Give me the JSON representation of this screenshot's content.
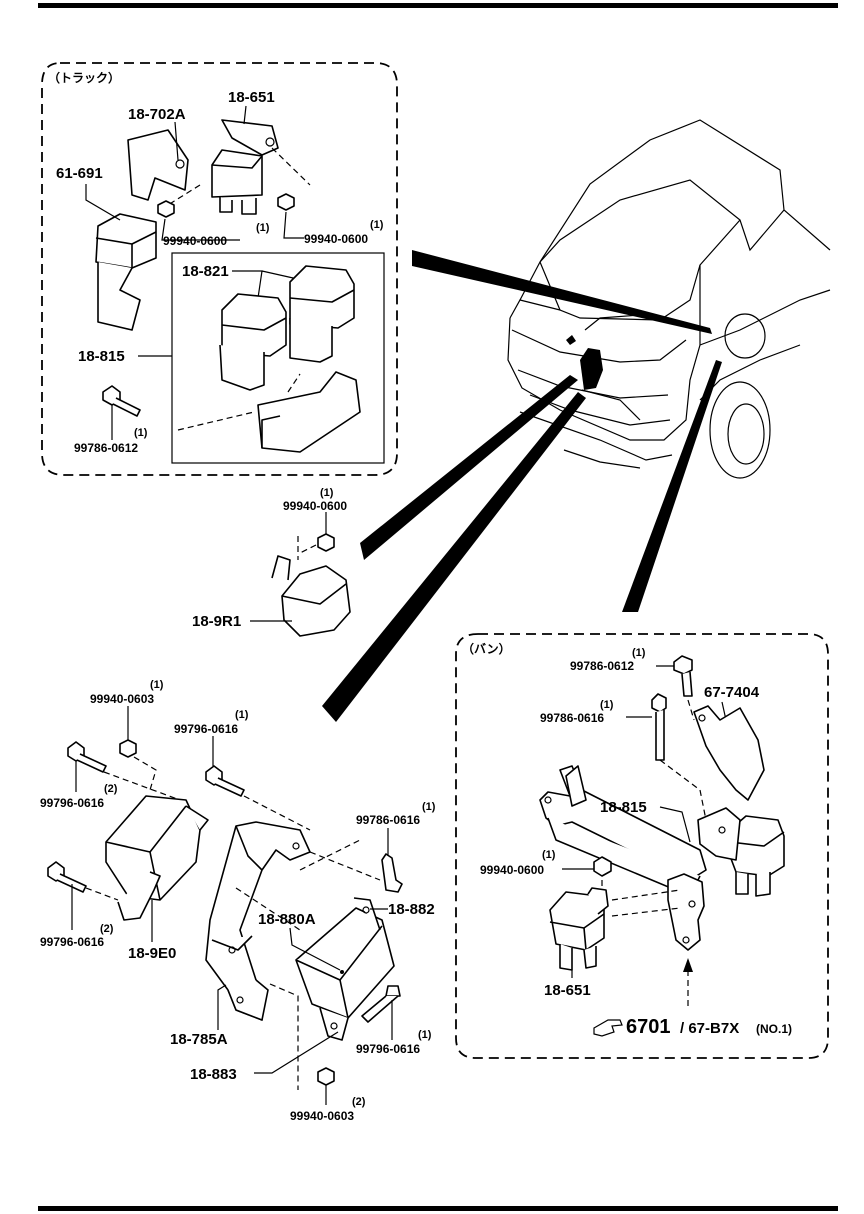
{
  "truck_box": {
    "title": "（トラック）",
    "parts": {
      "p18_702A": "18-702A",
      "p18_651": "18-651",
      "p61_691": "61-691",
      "n99940_0600_a": "99940-0600",
      "q_a": "(1)",
      "n99940_0600_b": "99940-0600",
      "q_b": "(1)",
      "p18_821": "18-821",
      "p18_815": "18-815",
      "n99786_0612": "99786-0612",
      "q_c": "(1)"
    }
  },
  "middle": {
    "n99940_0600": "99940-0600",
    "q": "(1)",
    "p18_9R1": "18-9R1"
  },
  "lower_left": {
    "n99940_0603_top": "99940-0603",
    "q1": "(1)",
    "n99796_0616_a": "99796-0616",
    "q2": "(1)",
    "n99796_0616_b": "99796-0616",
    "q3": "(2)",
    "n99796_0616_c": "99796-0616",
    "q4": "(2)",
    "p18_9E0": "18-9E0",
    "n99786_0616": "99786-0616",
    "q5": "(1)",
    "p18_882": "18-882",
    "p18_880A": "18-880A",
    "p18_785A": "18-785A",
    "p18_883": "18-883",
    "n99796_0616_d": "99796-0616",
    "q6": "(1)",
    "n99940_0603_bot": "99940-0603",
    "q7": "(2)"
  },
  "van_box": {
    "title": "（バン）",
    "n99786_0612": "99786-0612",
    "q1": "(1)",
    "n99786_0616": "99786-0616",
    "q2": "(1)",
    "p67_7404": "67-7404",
    "p18_815": "18-815",
    "n99940_0600": "99940-0600",
    "q3": "(1)",
    "p18_651": "18-651",
    "ref_num": "6701",
    "ref_text": "/ 67-B7X",
    "ref_note": "(NO.1)"
  }
}
